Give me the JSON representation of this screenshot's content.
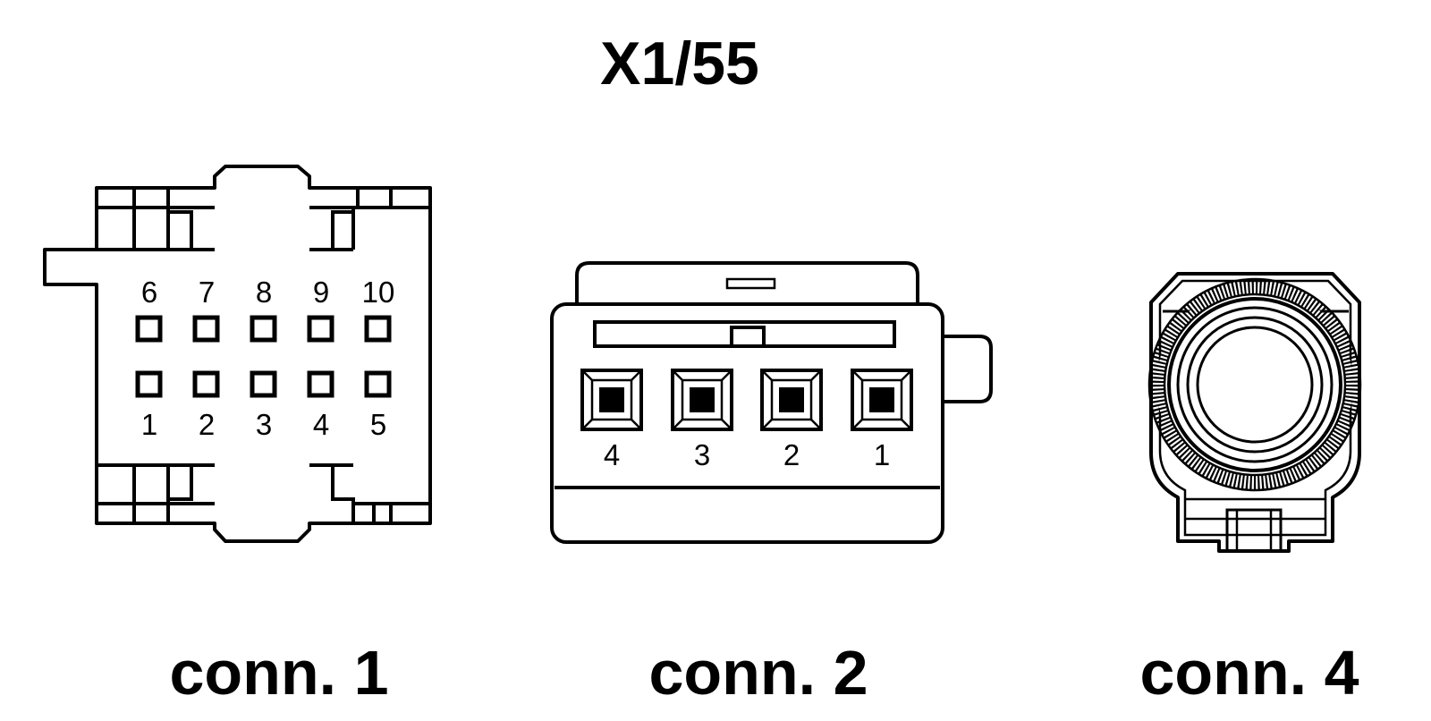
{
  "title": "X1/55",
  "colors": {
    "ink": "#000000",
    "background": "#ffffff"
  },
  "connectors": [
    {
      "caption": "conn. 1",
      "pins_top": [
        "6",
        "7",
        "8",
        "9",
        "10"
      ],
      "pins_bottom": [
        "1",
        "2",
        "3",
        "4",
        "5"
      ]
    },
    {
      "caption": "conn. 2",
      "pins": [
        "4",
        "3",
        "2",
        "1"
      ]
    },
    {
      "caption": "conn. 4"
    }
  ]
}
